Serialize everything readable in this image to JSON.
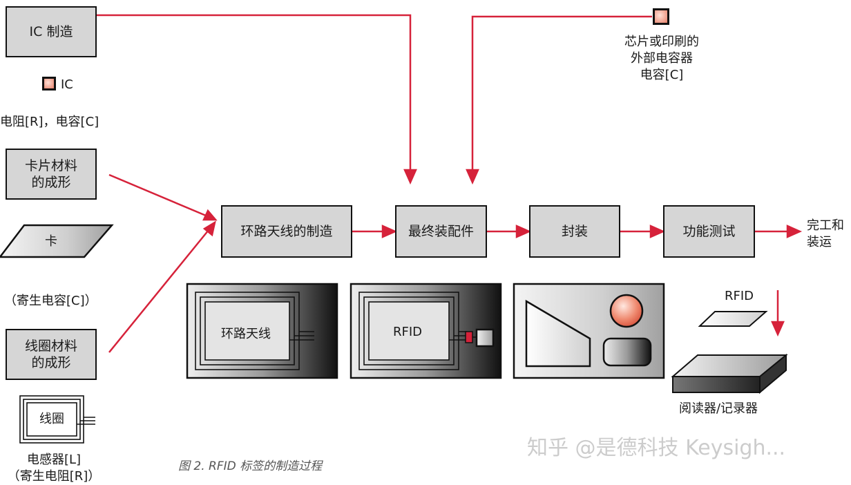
{
  "colors": {
    "arrow": "#d6223a",
    "box_fill": "#d6d6d6",
    "border": "#111111"
  },
  "left": {
    "ic_manufacturing": "IC 制造",
    "ic_label": "IC",
    "resistor_capacitor": "电阻[R]，电容[C]",
    "card_forming": "卡片材料\n的成形",
    "card": "卡",
    "parasitic_capacitance": "（寄生电容[C]）",
    "coil_forming": "线圈材料\n的成形",
    "coil": "线圈",
    "inductor": "电感器[L]\n（寄生电阻[R]）"
  },
  "top_right": {
    "external_capacitor": "芯片或印刷的\n外部电容器\n电容[C]"
  },
  "process": {
    "steps": [
      "环路天线的制造",
      "最终装配件",
      "封装",
      "功能测试"
    ],
    "output": "完工和\n装运"
  },
  "illustrations": {
    "loop_antenna": "环路天线",
    "rfid_tag": "RFID",
    "rfid_card": "RFID",
    "reader": "阅读器/记录器"
  },
  "caption": "图 2. RFID 标签的制造过程",
  "watermark": "知乎 @是德科技 Keysigh..."
}
